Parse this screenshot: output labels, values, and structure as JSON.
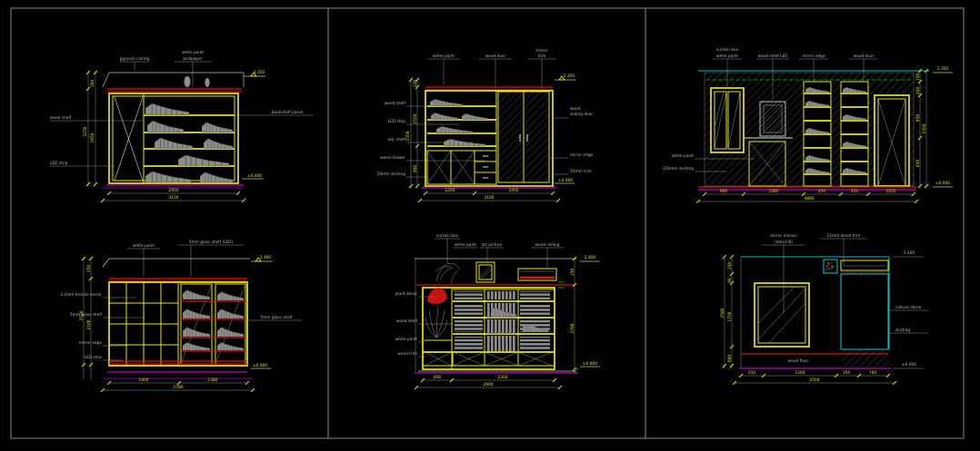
{
  "canvas": {
    "background": "#000000",
    "border_color": "#8a8a8a"
  },
  "colors": {
    "line_yellow": "#e8e800",
    "line_red": "#d81414",
    "line_magenta": "#c400c4",
    "line_cyan": "#00bcbc",
    "line_green": "#00a000",
    "annotation_gray": "#b5b5b5",
    "book_gray": "#8c8c8c"
  },
  "panels": {
    "p1": {
      "top": [
        "gypsum ceiling",
        "white paint",
        "wallpaper"
      ],
      "left": [
        "wood shelf",
        "LED strip"
      ],
      "right": [
        "bookshelf panel"
      ],
      "ev": [
        "2.350",
        "±0.000"
      ],
      "dl": [
        "160",
        "1950",
        "2250"
      ],
      "db": [
        "2950",
        "3150"
      ]
    },
    "p2": {
      "top": [
        "white paint",
        "wood door",
        "mirror",
        "trim"
      ],
      "left": [
        "wood shelf",
        "LED strip",
        "adj. shelf",
        "wood drawer",
        "50mm skirting"
      ],
      "right": [
        "wood",
        "sliding door",
        "mirror edge",
        "50mm trim"
      ],
      "ev": [
        "2.350",
        "±0.000"
      ],
      "dl": [
        "120",
        "1550",
        "400",
        "2350"
      ],
      "db": [
        "1200",
        "1900",
        "3100"
      ]
    },
    "p3": {
      "top": [
        "curtain box",
        "white paint",
        "wood shelf LED",
        "mirror edge",
        "wood door"
      ],
      "left": [
        "white paint",
        "150mm skirting"
      ],
      "dr": [
        "150",
        "450",
        "950",
        "650",
        "2350"
      ],
      "far": [
        "2.350",
        "±0.000"
      ],
      "db": [
        "900",
        "1080",
        "450",
        "450",
        "1050",
        "4880"
      ]
    },
    "p4": {
      "top": [
        "white paint",
        "5mm glass shelf (LED)"
      ],
      "left": [
        "3.2mm bronze mirror",
        "5mm glass shelf",
        "mirror edge",
        "LED strip"
      ],
      "right": [
        "5mm glass shelf"
      ],
      "ev": [
        "2.400",
        "±0.000"
      ],
      "dl": [
        "350",
        "2100",
        "2530"
      ],
      "db": [
        "1400",
        "1380",
        "2780"
      ]
    },
    "p5": {
      "top": [
        "curtain box",
        "white paint",
        "art picture",
        "wood ceiling"
      ],
      "left": [
        "plant decor",
        "wood shelf",
        "white paint",
        "wood trim"
      ],
      "dr": [
        "150",
        "2700"
      ],
      "ev": [
        "2.400",
        "±0.000"
      ],
      "db": [
        "600",
        "2300",
        "2900"
      ]
    },
    "p6": {
      "top": [
        "mirror mosaic",
        "(detail B)",
        "12mm wood trim"
      ],
      "right": [
        "culture stone",
        "skirting"
      ],
      "floor": "wood floor",
      "ev": [
        "2.400",
        "±0.000"
      ],
      "dl": [
        "150",
        "80",
        "1750",
        "600",
        "2580"
      ],
      "db": [
        "250",
        "1200",
        "350",
        "700",
        "2500"
      ]
    }
  }
}
